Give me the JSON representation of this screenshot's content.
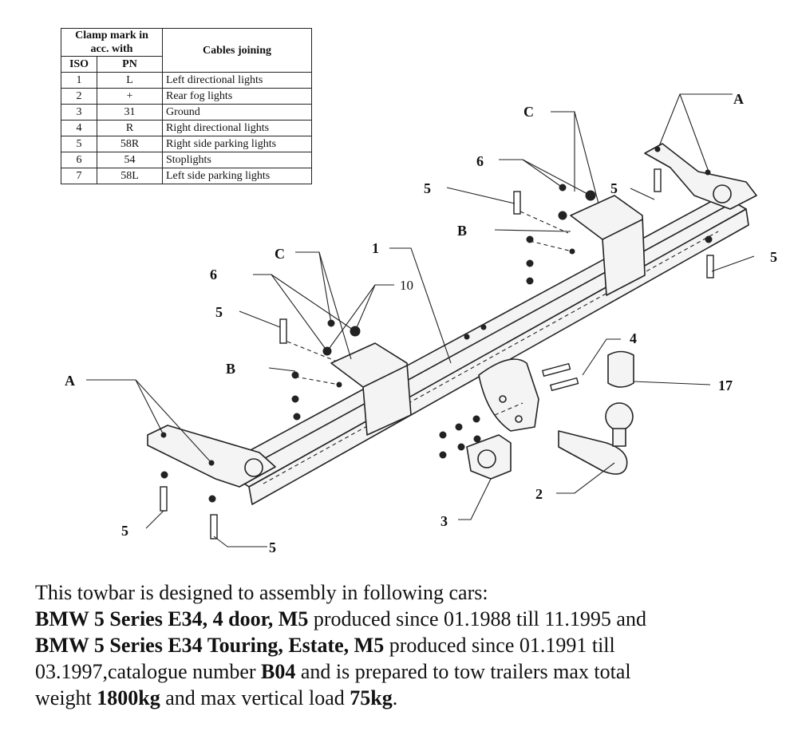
{
  "table": {
    "header_group": "Clamp mark in acc. with",
    "header_cables": "Cables joining",
    "col_iso": "ISO",
    "col_pn": "PN",
    "rows": [
      {
        "iso": "1",
        "pn": "L",
        "cable": "Left directional lights"
      },
      {
        "iso": "2",
        "pn": "+",
        "cable": "Rear fog lights"
      },
      {
        "iso": "3",
        "pn": "31",
        "cable": "Ground"
      },
      {
        "iso": "4",
        "pn": "R",
        "cable": "Right directional lights"
      },
      {
        "iso": "5",
        "pn": "58R",
        "cable": "Right side parking lights"
      },
      {
        "iso": "6",
        "pn": "54",
        "cable": "Stoplights"
      },
      {
        "iso": "7",
        "pn": "58L",
        "cable": "Left side parking lights"
      }
    ]
  },
  "labels": {
    "a": "A",
    "b": "B",
    "c": "C",
    "n1": "1",
    "n2": "2",
    "n3": "3",
    "n4": "4",
    "n5": "5",
    "n6": "6",
    "n10": "10",
    "n17": "17"
  },
  "caption": {
    "l1": "This towbar is designed to assembly in following cars:",
    "l2_bold": "BMW 5 Series E34, 4 door, M5",
    "l2_rest": " produced  since 01.1988 till 11.1995 and",
    "l3_bold": "BMW 5 Series E34 Touring, Estate, M5",
    "l3_rest": " produced since 01.1991 till",
    "l4_a": "03.1997,catalogue number ",
    "l4_bold": "B04",
    "l4_b": " and is prepared to tow trailers max total",
    "l5_a": "weight ",
    "l5_bold1": "1800kg",
    "l5_b": " and max vertical load ",
    "l5_bold2": "75kg",
    "l5_c": "."
  }
}
